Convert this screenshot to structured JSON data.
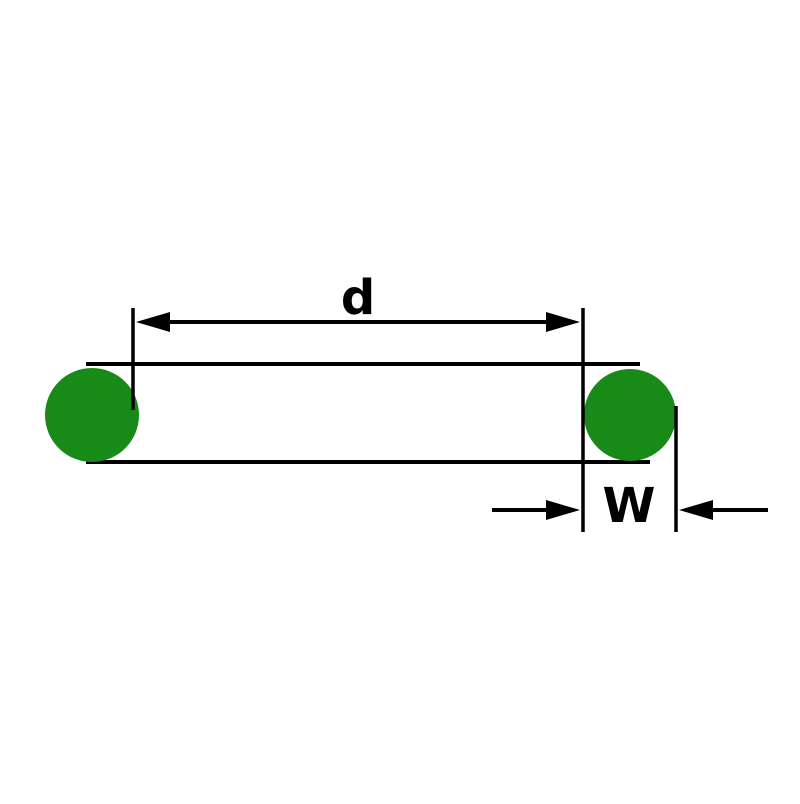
{
  "diagram": {
    "kind": "o-ring-dimension-diagram",
    "labels": {
      "inner_diameter": "d",
      "cross_section_width": "W"
    },
    "colors": {
      "ring": "#188a18",
      "line": "#000000",
      "background": "#ffffff"
    }
  }
}
